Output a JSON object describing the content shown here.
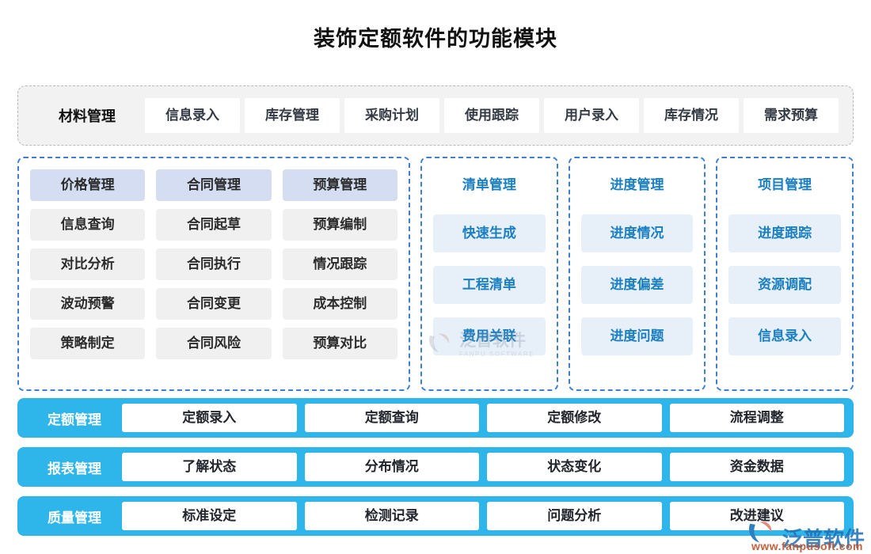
{
  "page": {
    "title": "装饰定额软件的功能模块"
  },
  "material_band": {
    "title": "材料管理",
    "items": [
      {
        "label": "信息录入"
      },
      {
        "label": "库存管理"
      },
      {
        "label": "采购计划"
      },
      {
        "label": "使用跟踪"
      },
      {
        "label": "用户录入"
      },
      {
        "label": "库存情况"
      },
      {
        "label": "需求预算"
      }
    ]
  },
  "mid_groups": [
    {
      "type": "wide",
      "columns": [
        {
          "header": "价格管理",
          "items": [
            {
              "label": "信息查询"
            },
            {
              "label": "对比分析"
            },
            {
              "label": "波动预警"
            },
            {
              "label": "策略制定"
            }
          ]
        },
        {
          "header": "合同管理",
          "items": [
            {
              "label": "合同起草"
            },
            {
              "label": "合同执行"
            },
            {
              "label": "合同变更"
            },
            {
              "label": "合同风险"
            }
          ]
        },
        {
          "header": "预算管理",
          "items": [
            {
              "label": "预算编制"
            },
            {
              "label": "情况跟踪"
            },
            {
              "label": "成本控制"
            },
            {
              "label": "预算对比"
            }
          ]
        }
      ]
    },
    {
      "type": "narrow",
      "columns": [
        {
          "header": "清单管理",
          "items": [
            {
              "label": "快速生成"
            },
            {
              "label": "工程清单"
            },
            {
              "label": "费用关联"
            }
          ]
        }
      ]
    },
    {
      "type": "narrow",
      "columns": [
        {
          "header": "进度管理",
          "items": [
            {
              "label": "进度情况"
            },
            {
              "label": "进度偏差"
            },
            {
              "label": "进度问题"
            }
          ]
        }
      ]
    },
    {
      "type": "narrow",
      "columns": [
        {
          "header": "项目管理",
          "items": [
            {
              "label": "进度跟踪"
            },
            {
              "label": "资源调配"
            },
            {
              "label": "信息录入"
            }
          ]
        }
      ]
    }
  ],
  "bars": [
    {
      "title": "定额管理",
      "items": [
        {
          "label": "定额录入"
        },
        {
          "label": "定额查询"
        },
        {
          "label": "定额修改"
        },
        {
          "label": "流程调整"
        }
      ]
    },
    {
      "title": "报表管理",
      "items": [
        {
          "label": "了解状态"
        },
        {
          "label": "分布情况"
        },
        {
          "label": "状态变化"
        },
        {
          "label": "资金数据"
        }
      ]
    },
    {
      "title": "质量管理",
      "items": [
        {
          "label": "标准设定"
        },
        {
          "label": "检测记录"
        },
        {
          "label": "问题分析"
        },
        {
          "label": "改进建议"
        }
      ]
    }
  ],
  "watermarks": {
    "center": {
      "text": "泛普软件",
      "subtext": "FANPU SOFTWARE"
    },
    "bottom_right": {
      "text": "泛普软件",
      "url": "www.fanpusoft.com"
    }
  },
  "colors": {
    "bar_blue": "#2eb5ea",
    "group_border_blue": "#3f7fd0",
    "header_lavender": "#d4ddf2",
    "cell_gray": "#f0f0f0",
    "blue_fill": "#e7eff8",
    "blue_text": "#1a7fc1",
    "band_gray": "#f2f2f2"
  }
}
